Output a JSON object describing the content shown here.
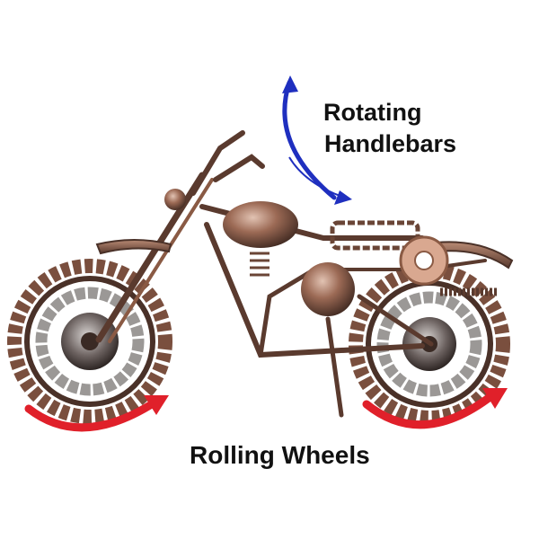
{
  "captions": {
    "handlebars_line1": "Rotating",
    "handlebars_line2": "Handlebars",
    "wheels": "Rolling Wheels"
  },
  "colors": {
    "background": "#ffffff",
    "handlebar_arrow": "#1f2fbf",
    "wheel_arrow": "#e0202a",
    "metal_bronze": "#8a5a44",
    "metal_dark": "#4a3128"
  },
  "subject": {
    "object": "metal chain motorcycle sculpture"
  }
}
